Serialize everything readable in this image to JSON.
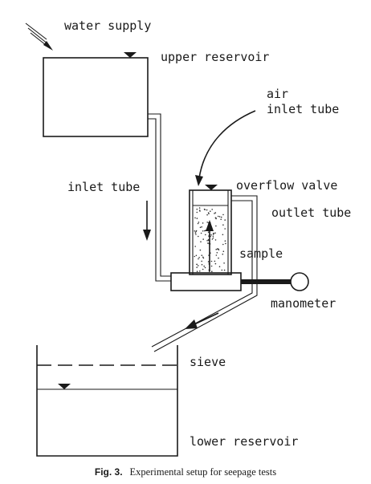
{
  "labels": {
    "water_supply": "water supply",
    "upper_reservoir": "upper reservoir",
    "air": "air",
    "inlet_tube_air": "inlet tube",
    "inlet_tube": "inlet tube",
    "overflow_valve": "overflow valve",
    "outlet_tube": "outlet tube",
    "sample": "sample",
    "manometer": "manometer",
    "sieve": "sieve",
    "lower_reservoir": "lower reservoir"
  },
  "caption": {
    "prefix": "Fig. 3.",
    "text": "Experimental setup for seepage tests"
  }
}
